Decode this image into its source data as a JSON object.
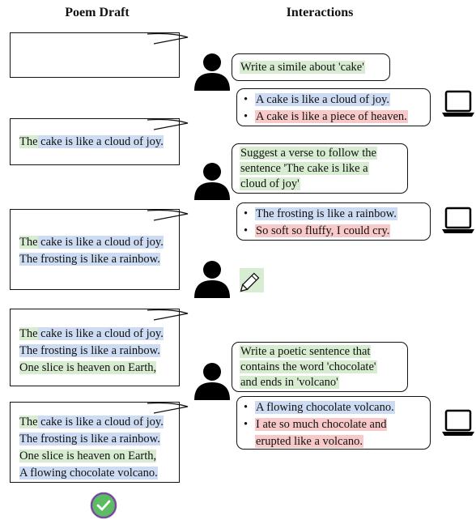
{
  "headers": {
    "left": "Poem Draft",
    "right": "Interactions"
  },
  "drafts": [
    {
      "lines": []
    },
    {
      "lines": [
        {
          "parts": [
            {
              "t": "The",
              "c": "g"
            },
            {
              "t": " cake is like a cloud of joy.",
              "c": "b"
            }
          ]
        }
      ]
    },
    {
      "lines": [
        {
          "parts": [
            {
              "t": "The",
              "c": "g"
            },
            {
              "t": " cake is like a cloud of joy.",
              "c": "b"
            }
          ]
        },
        {
          "parts": [
            {
              "t": "The frosting is like a rainbow.",
              "c": "b"
            }
          ]
        }
      ]
    },
    {
      "lines": [
        {
          "parts": [
            {
              "t": "The",
              "c": "g"
            },
            {
              "t": " cake is like a cloud of joy.",
              "c": "b"
            }
          ]
        },
        {
          "parts": [
            {
              "t": "The frosting is like a rainbow.",
              "c": "b"
            }
          ]
        },
        {
          "parts": [
            {
              "t": "One slice is heaven on Earth,",
              "c": "g"
            }
          ]
        }
      ]
    },
    {
      "lines": [
        {
          "parts": [
            {
              "t": "The",
              "c": "g"
            },
            {
              "t": " cake is like a cloud of joy.",
              "c": "b"
            }
          ]
        },
        {
          "parts": [
            {
              "t": "The frosting is like a rainbow.",
              "c": "b"
            }
          ]
        },
        {
          "parts": [
            {
              "t": "One slice is heaven on Earth,",
              "c": "g"
            }
          ]
        },
        {
          "parts": [
            {
              "t": "A flowing chocolate volcano.",
              "c": "b"
            }
          ]
        }
      ]
    }
  ],
  "prompts": [
    {
      "lines": [
        "Write a simile about 'cake'"
      ]
    },
    {
      "lines": [
        "Suggest a verse to follow the",
        "sentence 'The cake is like a",
        "cloud of joy'"
      ]
    },
    {
      "lines": [
        "Write a poetic sentence that",
        "contains the word 'chocolate'",
        "and ends in 'volcano'"
      ]
    }
  ],
  "responses": [
    {
      "items": [
        {
          "lines": [
            "A cake is like a cloud of joy."
          ],
          "c": "b"
        },
        {
          "lines": [
            "A cake is like a piece of heaven."
          ],
          "c": "r"
        }
      ]
    },
    {
      "items": [
        {
          "lines": [
            "The frosting is like a rainbow."
          ],
          "c": "b"
        },
        {
          "lines": [
            "So soft so fluffy, I could cry."
          ],
          "c": "r"
        }
      ]
    },
    {
      "items": [
        {
          "lines": [
            "A flowing chocolate volcano."
          ],
          "c": "b"
        },
        {
          "lines": [
            "I ate so much chocolate and",
            "erupted like a volcano."
          ],
          "c": "r"
        }
      ]
    }
  ],
  "icons": {
    "user": "user-icon",
    "laptop": "laptop-icon",
    "pencil": "pencil-icon",
    "check": "check-circle-icon"
  },
  "colors": {
    "green_highlight": "#d8ecd1",
    "blue_highlight": "#cddcf3",
    "red_highlight": "#f7c9c8",
    "check_fill": "#5dbb63",
    "check_ring": "#7b4aa0"
  }
}
